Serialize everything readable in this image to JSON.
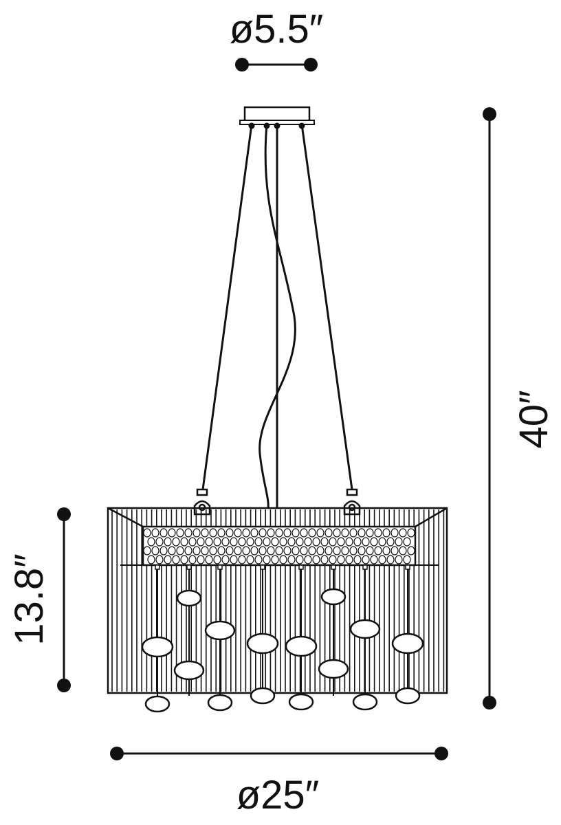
{
  "dimensions": {
    "canopy_diameter": "ø5.5″",
    "overall_height": "40″",
    "shade_height": "13.8″",
    "shade_diameter": "ø25″"
  },
  "colors": {
    "ink": "#111111",
    "background": "#ffffff"
  }
}
